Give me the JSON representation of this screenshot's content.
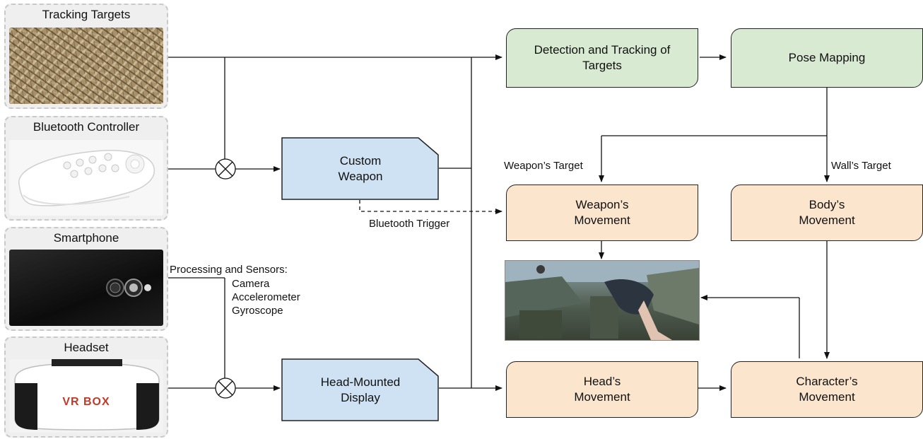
{
  "inputs": {
    "tracking_targets": "Tracking Targets",
    "bluetooth_controller": "Bluetooth Controller",
    "smartphone": "Smartphone",
    "headset": "Headset",
    "headset_brand": "VR BOX"
  },
  "process": {
    "custom_weapon": "Custom\nWeapon",
    "head_mounted_display": "Head-Mounted\nDisplay",
    "detection_tracking": "Detection and Tracking of\nTargets",
    "pose_mapping": "Pose Mapping",
    "weapon_movement": "Weapon’s\nMovement",
    "body_movement": "Body’s\nMovement",
    "head_movement": "Head’s\nMovement",
    "character_movement": "Character’s\nMovement"
  },
  "labels": {
    "weapon_target": "Weapon’s Target",
    "wall_target": "Wall’s Target",
    "bluetooth_trigger": "Bluetooth Trigger",
    "processing_sensors": "Processing and Sensors:",
    "sensors": [
      "Camera",
      "Accelerometer",
      "Gyroscope"
    ]
  },
  "colors": {
    "green": "#d9ead3",
    "orange": "#fce5cd",
    "blue": "#cfe2f3",
    "panel": "#efefef"
  }
}
